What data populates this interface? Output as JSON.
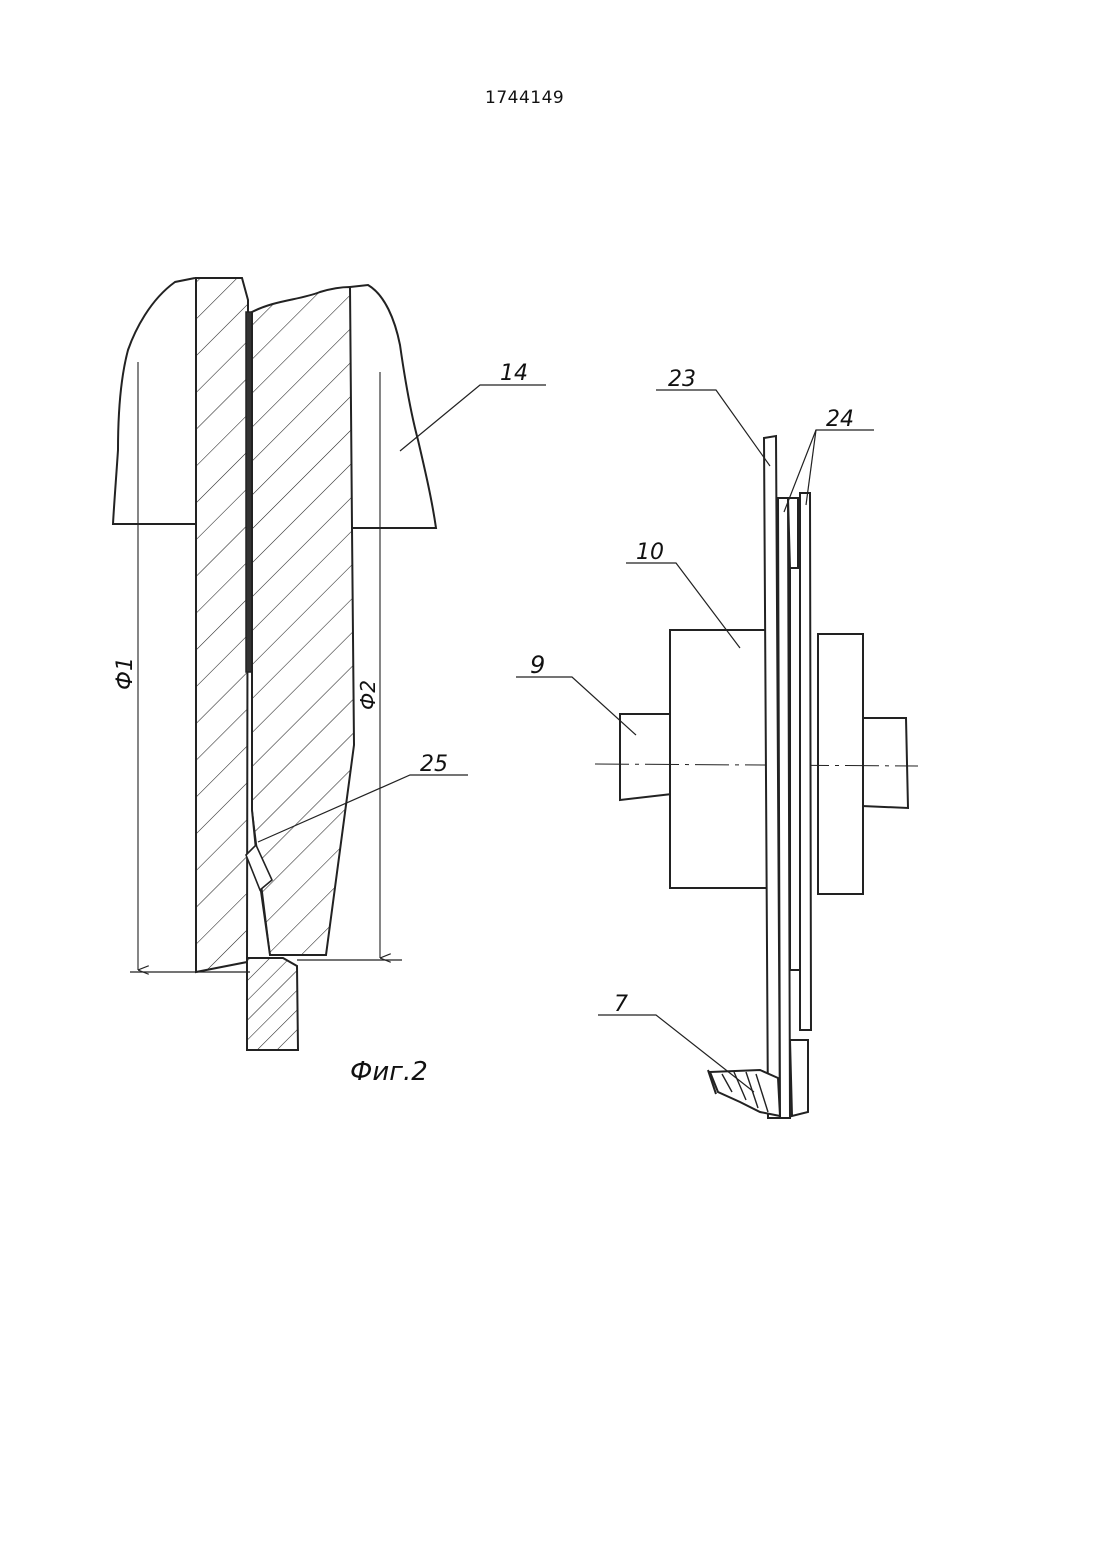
{
  "patent_number": "1744149",
  "figure_caption": "Фиг.2",
  "labels": {
    "l14": "14",
    "l23": "23",
    "l24": "24",
    "l10": "10",
    "l9": "9",
    "l25": "25",
    "l7": "7"
  },
  "dimensions": {
    "d1": "Ф1",
    "d2": "Ф2"
  }
}
